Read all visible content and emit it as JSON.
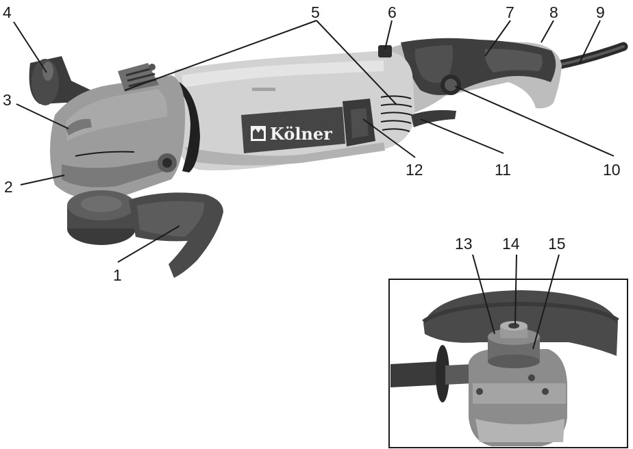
{
  "brand": {
    "name": "Kölner"
  },
  "callouts": [
    {
      "id": "1",
      "label": "1"
    },
    {
      "id": "2",
      "label": "2"
    },
    {
      "id": "3",
      "label": "3"
    },
    {
      "id": "4",
      "label": "4"
    },
    {
      "id": "5",
      "label": "5"
    },
    {
      "id": "6",
      "label": "6"
    },
    {
      "id": "7",
      "label": "7"
    },
    {
      "id": "8",
      "label": "8"
    },
    {
      "id": "9",
      "label": "9"
    },
    {
      "id": "10",
      "label": "10"
    },
    {
      "id": "11",
      "label": "11"
    },
    {
      "id": "12",
      "label": "12"
    },
    {
      "id": "13",
      "label": "13"
    },
    {
      "id": "14",
      "label": "14"
    },
    {
      "id": "15",
      "label": "15"
    }
  ]
}
